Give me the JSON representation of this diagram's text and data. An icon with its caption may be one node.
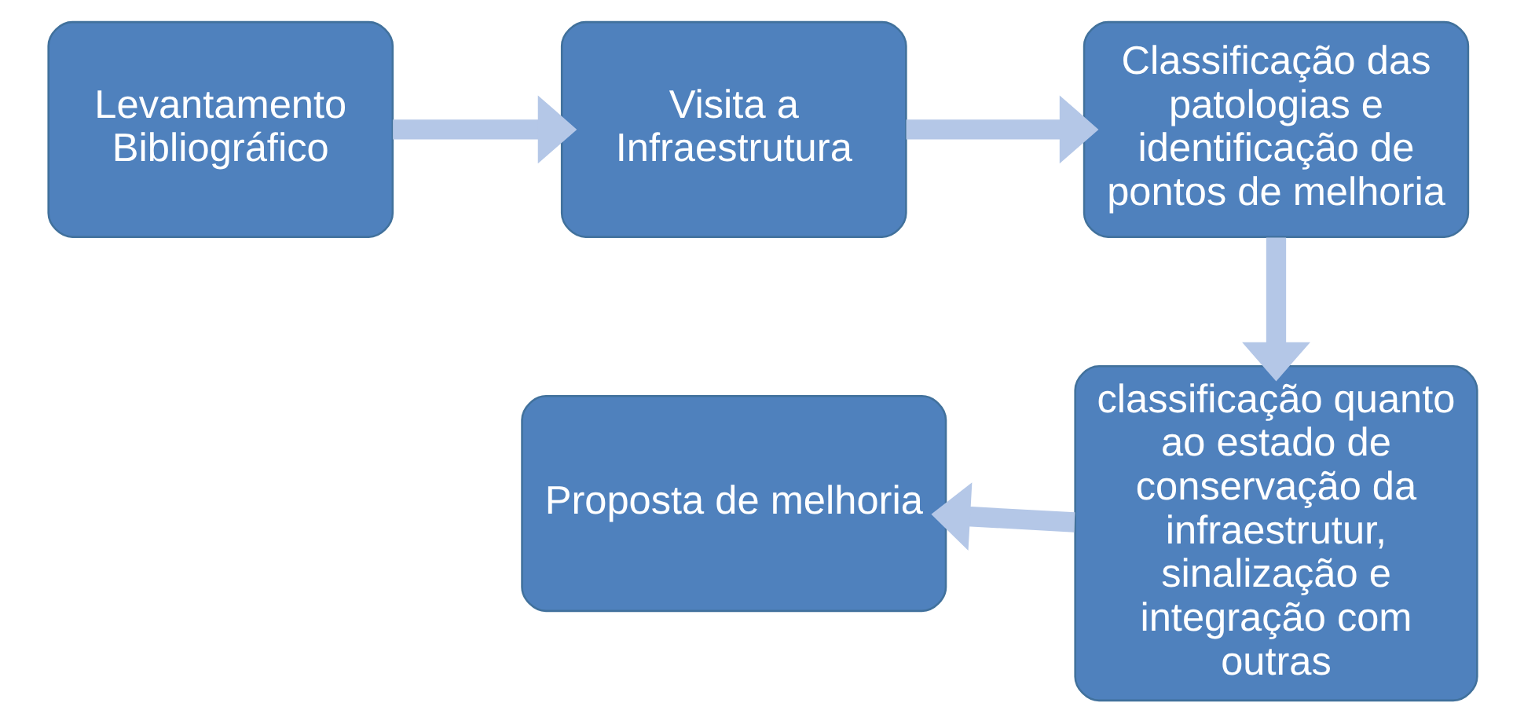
{
  "diagram": {
    "nodes": [
      {
        "text": [
          "Levantamento Bibliográfico"
        ]
      },
      {
        "text": [
          "Visita a Infraestrutura"
        ]
      },
      {
        "text": [
          "Classificação das patologias e identificação de pontos de melhoria"
        ]
      },
      {
        "text": [
          "classificação quanto ao estado de conservação da infraestrutur, sinalização e integração com outras"
        ]
      },
      {
        "text": [
          "Proposta de melhoria"
        ]
      }
    ],
    "edges": [
      {
        "from": 0,
        "to": 1,
        "arrow": "to"
      },
      {
        "from": 1,
        "to": 2,
        "arrow": "to"
      },
      {
        "from": 2,
        "to": 3,
        "arrow": "to"
      },
      {
        "from": 3,
        "to": 4,
        "arrow": "to"
      }
    ]
  }
}
